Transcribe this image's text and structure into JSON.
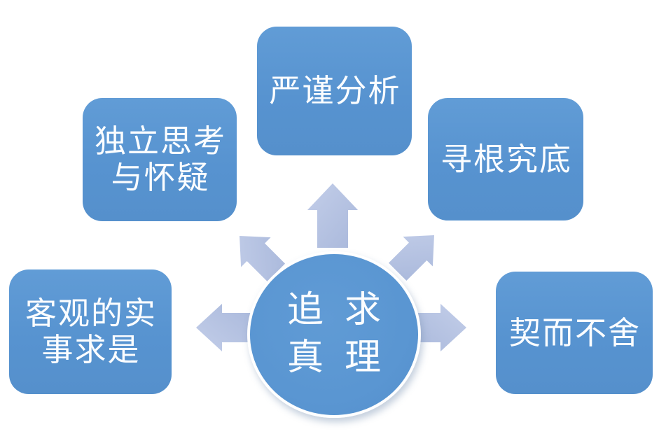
{
  "diagram": {
    "center": {
      "label": "追求真理",
      "lines": [
        "追求",
        "真理"
      ]
    },
    "nodes": {
      "top": {
        "label": "严谨分析",
        "lines": [
          "严谨分析"
        ]
      },
      "upper_left": {
        "label": "独立思考与怀疑",
        "lines": [
          "独立思考",
          "与怀疑"
        ]
      },
      "upper_right": {
        "label": "寻根究底",
        "lines": [
          "寻根究底"
        ]
      },
      "left": {
        "label": "客观的实事求是",
        "lines": [
          "客观的实",
          "事求是"
        ]
      },
      "right": {
        "label": "契而不舍",
        "lines": [
          "契而不舍"
        ]
      }
    },
    "arrows": [
      "up",
      "upper-left",
      "upper-right",
      "left",
      "right"
    ],
    "icons": {
      "arrow-up-icon": "block arrow pointing up",
      "arrow-upper-left-icon": "block arrow pointing up-left",
      "arrow-upper-right-icon": "block arrow pointing up-right",
      "arrow-left-icon": "block arrow pointing left",
      "arrow-right-icon": "block arrow pointing right"
    },
    "colors": {
      "background": "#ffffff",
      "node_fill": "#5b97d3",
      "circle_border": "#ffffff",
      "arrow_fill_light": "#c1cce8",
      "arrow_fill_dark": "#a9b8db",
      "text": "#ffffff"
    }
  }
}
